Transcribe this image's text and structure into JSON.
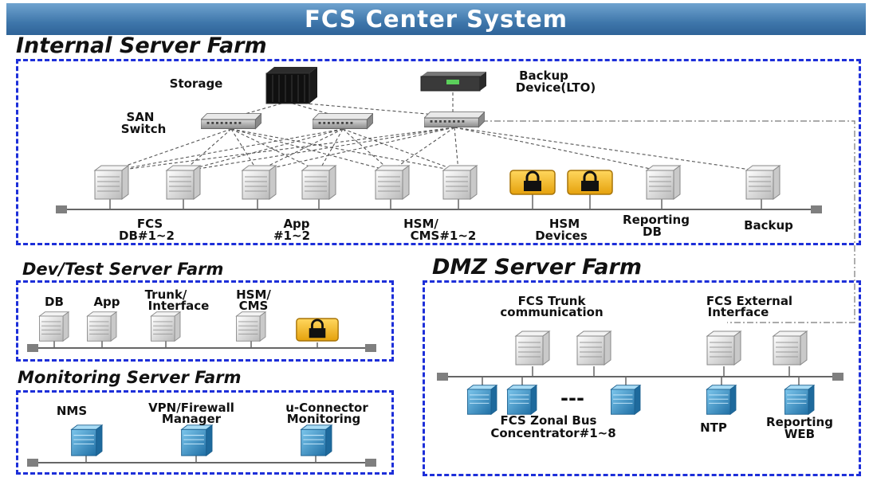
{
  "title": "FCS Center System",
  "internal": {
    "title": "Internal Server Farm",
    "storage_label": "Storage",
    "backup_device_label": [
      "Backup",
      "Device(LTO)"
    ],
    "san_label": [
      "SAN",
      "Switch"
    ],
    "groups": [
      {
        "label": [
          "FCS",
          "DB#1~2"
        ]
      },
      {
        "label": [
          "App",
          "#1~2"
        ]
      },
      {
        "label": [
          "HSM/",
          "CMS#1~2"
        ]
      },
      {
        "label": [
          "HSM",
          "Devices"
        ]
      },
      {
        "label": [
          "Reporting",
          "DB"
        ]
      },
      {
        "label": [
          "Backup"
        ]
      }
    ]
  },
  "devtest": {
    "title": "Dev/Test Server Farm",
    "items": [
      {
        "label": [
          "DB"
        ]
      },
      {
        "label": [
          "App"
        ]
      },
      {
        "label": [
          "Trunk/",
          "Interface"
        ]
      },
      {
        "label": [
          "HSM/",
          "CMS"
        ]
      }
    ]
  },
  "monitoring": {
    "title": "Monitoring Server Farm",
    "items": [
      {
        "label": [
          "NMS"
        ]
      },
      {
        "label": [
          "VPN/Firewall",
          "Manager"
        ]
      },
      {
        "label": [
          "u-Connector",
          "Monitoring"
        ]
      }
    ]
  },
  "dmz": {
    "title": "DMZ Server Farm",
    "items": [
      {
        "label": [
          "FCS Trunk",
          "communication"
        ]
      },
      {
        "label": [
          "FCS External",
          "Interface"
        ]
      },
      {
        "label": [
          "FCS Zonal Bus",
          "Concentrator#1~8"
        ]
      },
      {
        "label": [
          "NTP"
        ]
      },
      {
        "label": [
          "Reporting",
          "WEB"
        ]
      }
    ],
    "ellipsis": "---"
  },
  "colors": {
    "banner": "#3f77ab",
    "dashed_border": "#1d2fd9",
    "server_gray": "#e6e6e6",
    "server_blue": "#2f8fc6",
    "hsm_yellow": "#f2b51e"
  },
  "icons": {
    "storage": "storage-array-icon",
    "backup_device": "tape-library-icon",
    "switch": "san-switch-icon",
    "server": "server-icon",
    "hsm": "lock-icon"
  }
}
